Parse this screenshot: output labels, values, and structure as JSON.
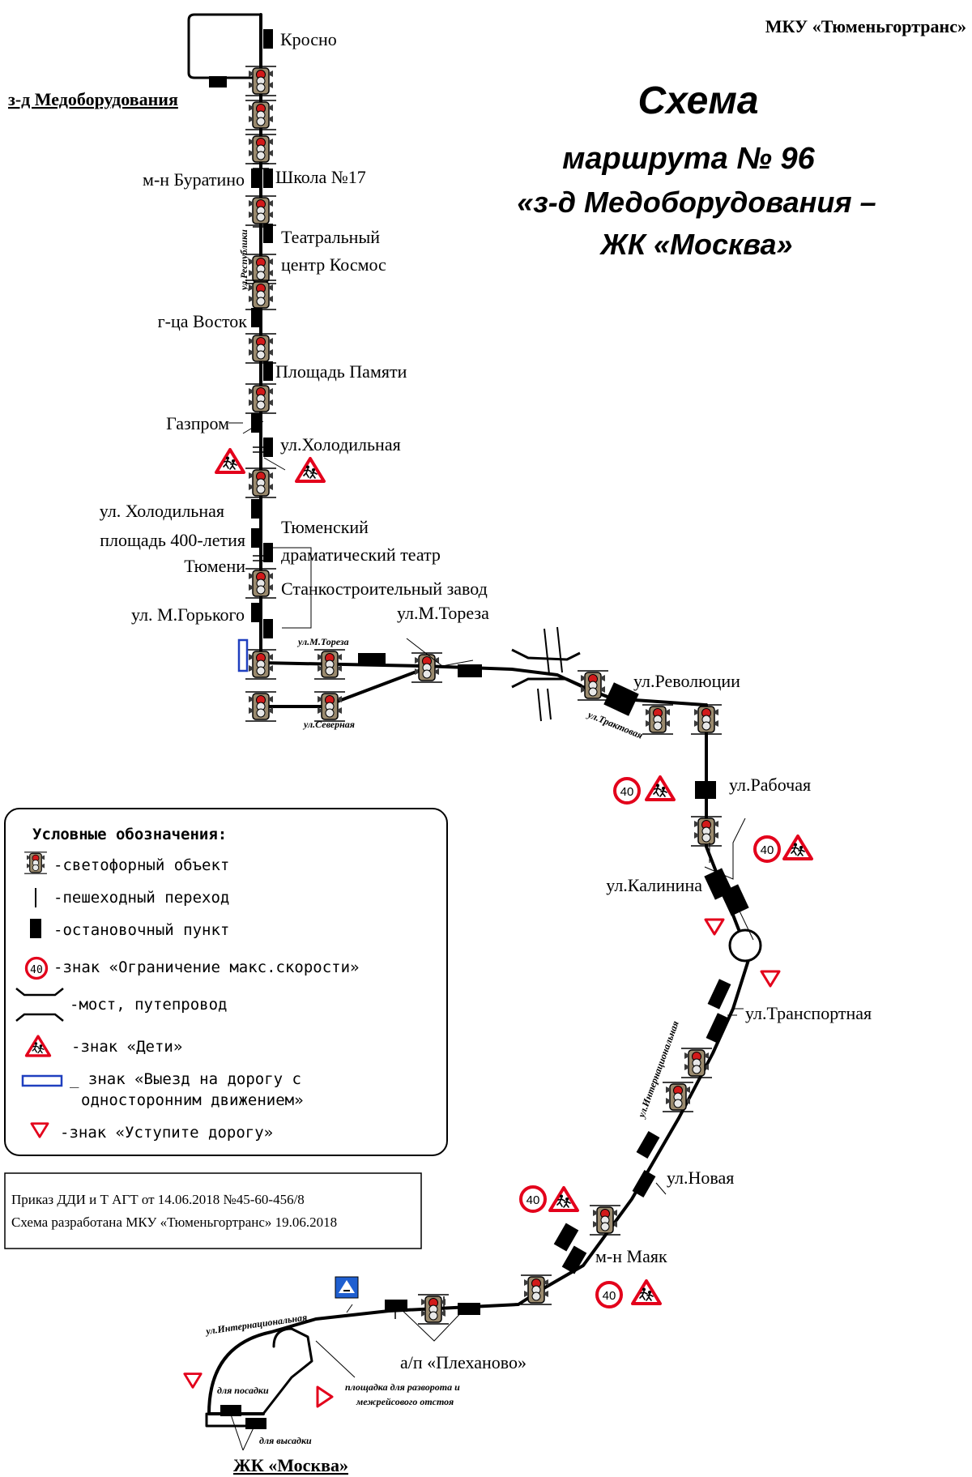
{
  "header": {
    "org": "МКУ «Тюменьгортранс»",
    "title": "Схема",
    "route_line": "маршрута № 96",
    "route_name_1": "«з-д  Медоборудования –",
    "route_name_2": "ЖК «Москва»"
  },
  "terminals": {
    "start": "з-д Медоборудования",
    "end": "ЖК «Москва»"
  },
  "stops": {
    "krosno": "Кросно",
    "buratino": "м-н Буратино",
    "school17": "Школа №17",
    "kosmos_1": "Театральный",
    "kosmos_2": "центр Космос",
    "vostok": "г-ца Восток",
    "pamyati": "Площадь Памяти",
    "gazprom": "Газпром",
    "kholodilnaya_e": "ул.Холодильная",
    "kholodilnaya_w": "ул. Холодильная",
    "ploshad400_1": "площадь 400-летия",
    "ploshad400_2": "Тюмени",
    "teatr_1": "Тюменский",
    "teatr_2": "драматический театр",
    "stankozavod": "Станкостроительный завод",
    "gorkogo": "ул. М.Горького",
    "toreza": "ул.М.Тореза",
    "revolyutsii": "ул.Революции",
    "rabochaya": "ул.Рабочая",
    "kalinina": "ул.Калинина",
    "transportnaya": "ул.Транспортная",
    "novaya": "ул.Новая",
    "mayak": "м-н Маяк",
    "plekhanovo": "а/п «Плеханово»"
  },
  "streets": {
    "respubliki": "ул.Республики",
    "toreza": "ул.М.Тореза",
    "severnaya": "ул.Северная",
    "traktovaya": "ул.Трактовая",
    "internatsionalnaya": "ул.Интернациональная"
  },
  "notes": {
    "posadka": "для посадки",
    "vysadka": "для высадки",
    "ploshadka_1": "площадка для разворота и",
    "ploshadka_2": "межрейсового отстоя"
  },
  "speed_limit": "40",
  "legend": {
    "title": "Условные обозначения:",
    "items": {
      "traffic_light": "-светофорный объект",
      "crossing": "-пешеходный переход",
      "stop": "-остановочный пункт",
      "speed": "-знак «Ограничение макс.скорости»",
      "bridge": "-мост, путепровод",
      "children": "-знак «Дети»",
      "oneway_1": "_ знак «Выезд на дорогу с",
      "oneway_2": "односторонним движением»",
      "yield": "-знак «Уступите дорогу»"
    }
  },
  "footer": {
    "order": "Приказ ДДИ и Т АГТ от 14.06.2018 №45-60-456/8",
    "developed": "Схема разработана МКУ «Тюменьгортранс» 19.06.2018"
  },
  "colors": {
    "route": "#000000",
    "sign_red": "#e3001b",
    "oneway_blue": "#1f3fbf",
    "crosswalk_blue": "#1f5fd0",
    "light_body": "#9a8a6e"
  }
}
